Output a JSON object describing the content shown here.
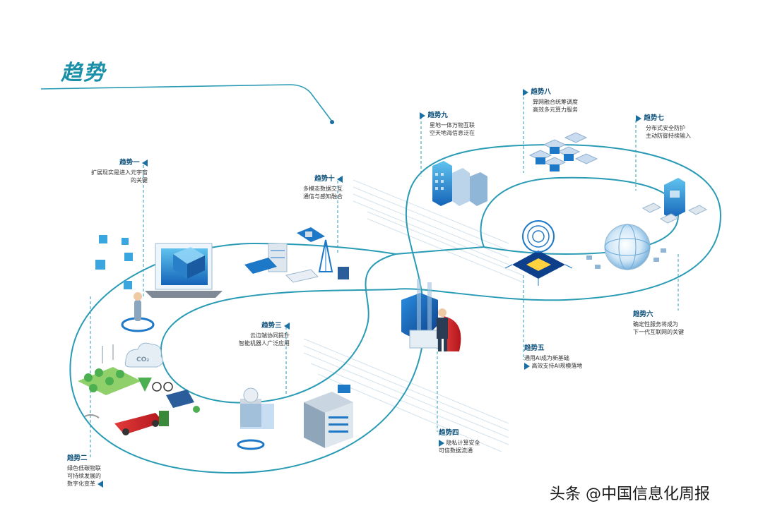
{
  "title": "趋势",
  "trends": [
    {
      "id": "t1",
      "title": "趋势一",
      "lines": [
        "扩展现实是进入元宇宙",
        "的关键"
      ]
    },
    {
      "id": "t2",
      "title": "趋势二",
      "lines": [
        "绿色低碳物联",
        "可持续发展的",
        "数字化变革"
      ]
    },
    {
      "id": "t3",
      "title": "趋势三",
      "lines": [
        "云边端协同提升",
        "智能机器人广泛应用"
      ]
    },
    {
      "id": "t4",
      "title": "趋势四",
      "lines": [
        "隐私计算安全",
        "可信数据流通"
      ]
    },
    {
      "id": "t5",
      "title": "趋势五",
      "lines": [
        "通用AI成为新基础",
        "高效支持AI规模落地"
      ]
    },
    {
      "id": "t6",
      "title": "趋势六",
      "lines": [
        "确定性服务将成为",
        "下一代互联网的关键"
      ]
    },
    {
      "id": "t7",
      "title": "趋势七",
      "lines": [
        "分布式安全防护",
        "主动防御持续输入"
      ]
    },
    {
      "id": "t8",
      "title": "趋势八",
      "lines": [
        "算网融合统筹调度",
        "高效多元算力服务"
      ]
    },
    {
      "id": "t9",
      "title": "趋势九",
      "lines": [
        "星地一体万物互联",
        "空天地海信息泛在"
      ]
    },
    {
      "id": "t10",
      "title": "趋势十",
      "lines": [
        "多模态数据交互",
        "通信与感知融合"
      ]
    }
  ],
  "watermark": "头条 @中国信息化周报",
  "colors": {
    "accent": "#1a8fa8",
    "line": "#2a9bb5",
    "dark": "#0b4f7a",
    "blue": "#1e78c8"
  }
}
